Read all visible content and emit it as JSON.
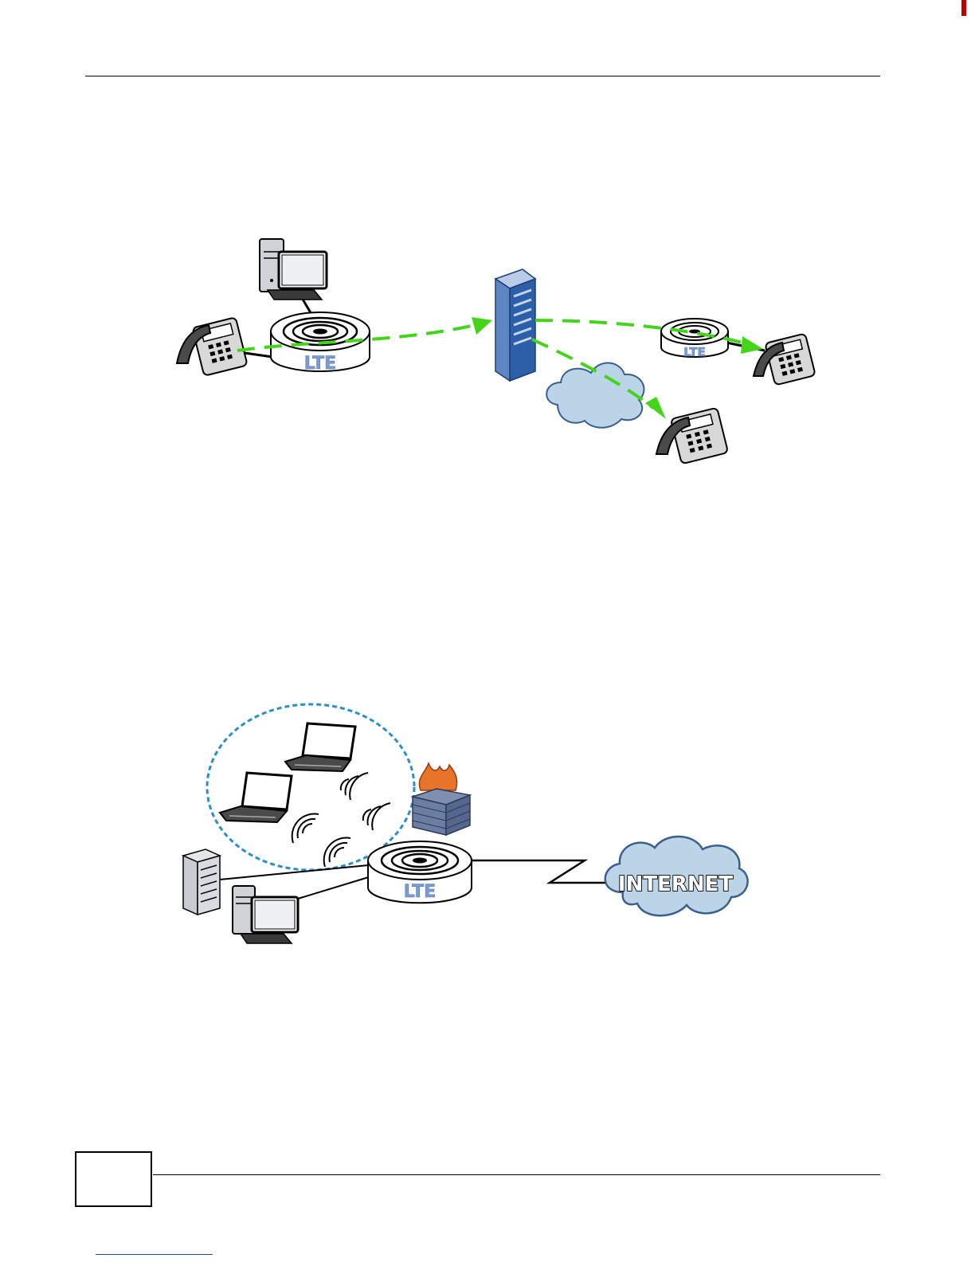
{
  "figure_top": {
    "router_main_label": "LTE",
    "router_remote_label": "LTE"
  },
  "figure_bottom": {
    "router_label": "LTE",
    "internet_label": "INTERNET"
  },
  "colors": {
    "voip_path": "#44d41a",
    "wireless_zone": "#2a8fc4",
    "cloud_fill": "#bcd4e8",
    "rule": "#000000"
  }
}
